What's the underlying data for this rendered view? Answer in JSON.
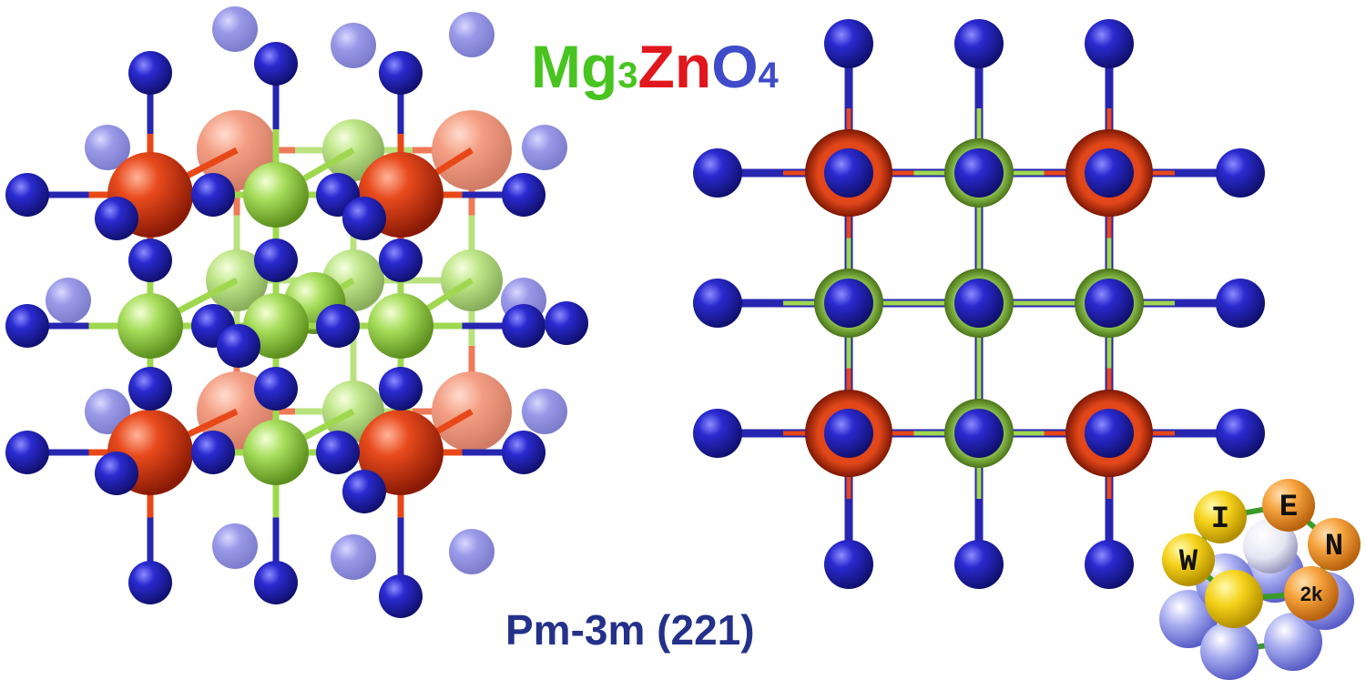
{
  "formula": {
    "parts": [
      {
        "text": "Mg",
        "element": "mg",
        "sub": false
      },
      {
        "text": "3",
        "element": "mg",
        "sub": true
      },
      {
        "text": "Zn",
        "element": "zn",
        "sub": false
      },
      {
        "text": "O",
        "element": "o",
        "sub": false
      },
      {
        "text": "4",
        "element": "o",
        "sub": true
      }
    ]
  },
  "space_group": "Pm-3m (221)",
  "colors": {
    "mg": "#48c420",
    "zn": "#e0171c",
    "o": "#3f4bc9",
    "atom_o": "#1b1ba8",
    "atom_mg": "#9ad24a",
    "atom_zn": "#d9431c",
    "bond_o": "#2626b0",
    "bond_mg": "#9fd84f",
    "bond_zn": "#e84818",
    "space_group": "#24318a"
  },
  "logo": {
    "letters": [
      "W",
      "I",
      "E",
      "N",
      "2k"
    ],
    "name": "WIEN2k"
  },
  "views": [
    "perspective-view",
    "projection-view"
  ],
  "icons": [
    "wien2k-logo-icon"
  ]
}
